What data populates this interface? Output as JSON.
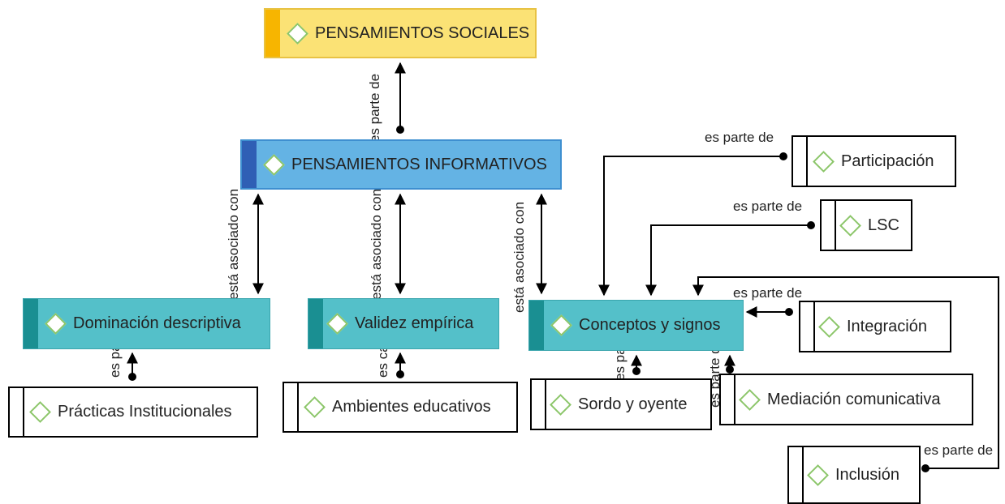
{
  "nodes": {
    "sociales": "PENSAMIENTOS SOCIALES",
    "informativos": "PENSAMIENTOS INFORMATIVOS",
    "dominacion": "Dominación descriptiva",
    "validez": "Validez empírica",
    "conceptos": "Conceptos y signos",
    "practicas": "Prácticas Institucionales",
    "ambientes": "Ambientes educativos",
    "sordo": "Sordo y oyente",
    "mediacion": "Mediación comunicativa",
    "participacion": "Participación",
    "lsc": "LSC",
    "integracion": "Integración",
    "inclusion": "Inclusión"
  },
  "relations": {
    "es_parte_top": "es parte de",
    "asociado_1": "está asociado con",
    "asociado_2": "está asociado con",
    "asociado_3": "está asociado con",
    "parte_small": "es parte de",
    "causa_small": "es causa de",
    "parte_sordo": "es parte de",
    "parte_mediacion": "es parte de",
    "parte_participacion": "es parte de",
    "parte_lsc": "es parte de",
    "parte_integracion": "es parte de",
    "parte_inclusion": "es parte de"
  },
  "colors": {
    "sociales_fill": "#fbe275",
    "sociales_stripe": "#f7b500",
    "informativos_fill": "#64b3e4",
    "informativos_stripe": "#2f5fb5",
    "category_fill": "#54c0c9",
    "category_stripe": "#1a8f92",
    "diamond": "#8cc66a"
  }
}
